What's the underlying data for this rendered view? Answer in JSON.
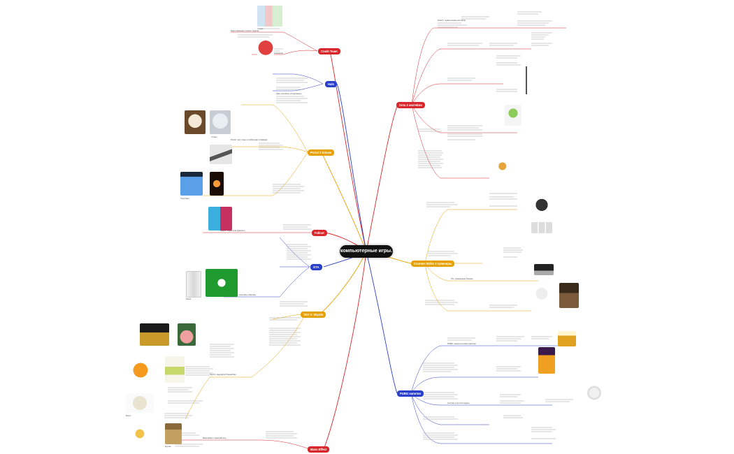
{
  "central": "компьютерные игры.",
  "topics": {
    "crash_team": "Crash Team",
    "halo": "Halo",
    "portal": "Portal 2 Knives",
    "fallout": "Fallout",
    "gta": "GTA",
    "tes": "TES V: Skyrim",
    "mass_effect": "Mass Effect",
    "dota": "Dota 2 коктейли",
    "counter_strike": "Counter-Strike 2 сувениры",
    "pubg": "PUBG напитки"
  },
  "notes": {
    "n1": "Приготовление тонкого сиропа...",
    "n2": "Ингредиенты на стаканчик",
    "n3": "Halo: коктейль «Спартанец»",
    "n4": "Portal: торт-ложь со взбитыми сливками",
    "n5": "Fallout: Nuka-Cola Quantum",
    "n6": "GTA: коктейль «Sprunk»",
    "n7": "Skyrim: медовуха Хонингбрю",
    "n8": "Mass Effect: сёрнский эль",
    "n9": "Dota 2: тематические коктейли",
    "n10": "CS: сувенирные бокалы",
    "n11": "PUBG: энергетические напитки",
    "n12": "Состав и способ подачи"
  },
  "captions": {
    "c1": "Стопки",
    "c2": "Стакан",
    "c3": "Подставка",
    "c4": "Банка",
    "c5": "Бокал",
    "c6": "Кружка"
  },
  "colors": {
    "red": "#d9262b",
    "blue": "#2a3fc9",
    "orange": "#e6a100",
    "navy": "#1b2fa0"
  }
}
